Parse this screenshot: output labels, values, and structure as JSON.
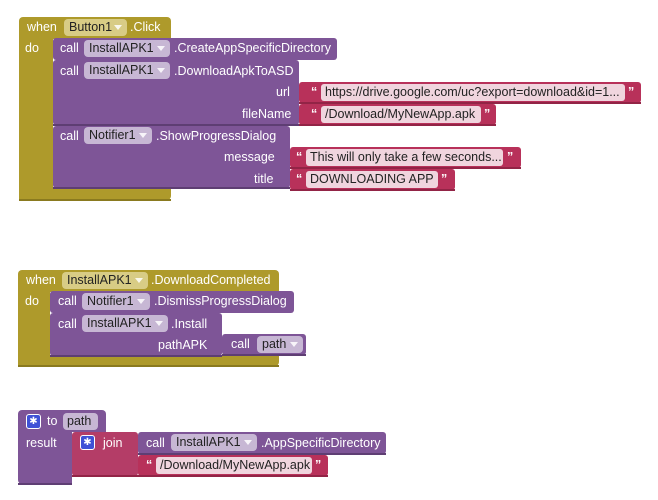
{
  "block1": {
    "when": "when",
    "event_component": "Button1",
    "event_name": ".Click",
    "do": "do",
    "call": "call",
    "create_component": "InstallAPK1",
    "create_method": ".CreateAppSpecificDirectory",
    "download_component": "InstallAPK1",
    "download_method": ".DownloadApkToASD",
    "url_label": "url",
    "url_value": "https://drive.google.com/uc?export=download&id=1...",
    "filename_label": "fileName",
    "filename_value": "/Download/MyNewApp.apk",
    "notifier_component": "Notifier1",
    "notifier_method": ".ShowProgressDialog",
    "message_label": "message",
    "message_value": "This will only take a few seconds...",
    "title_label": "title",
    "title_value": "DOWNLOADING APP"
  },
  "block2": {
    "when": "when",
    "event_component": "InstallAPK1",
    "event_name": ".DownloadCompleted",
    "do": "do",
    "call": "call",
    "dismiss_component": "Notifier1",
    "dismiss_method": ".DismissProgressDialog",
    "install_component": "InstallAPK1",
    "install_method": ".Install",
    "pathapk_label": "pathAPK",
    "path_call": "call",
    "path_value": "path"
  },
  "block3": {
    "to": "to",
    "proc_name": "path",
    "result": "result",
    "join": "join",
    "call": "call",
    "asd_component": "InstallAPK1",
    "asd_method": ".AppSpecificDirectory",
    "join_value": "/Download/MyNewApp.apk"
  },
  "colors": {
    "event": "#ae9a2b",
    "method": "#7e5597",
    "text": "#b8315a",
    "procedure": "#7e5597"
  },
  "icons": [
    "gear-icon",
    "dropdown-arrow-icon"
  ]
}
